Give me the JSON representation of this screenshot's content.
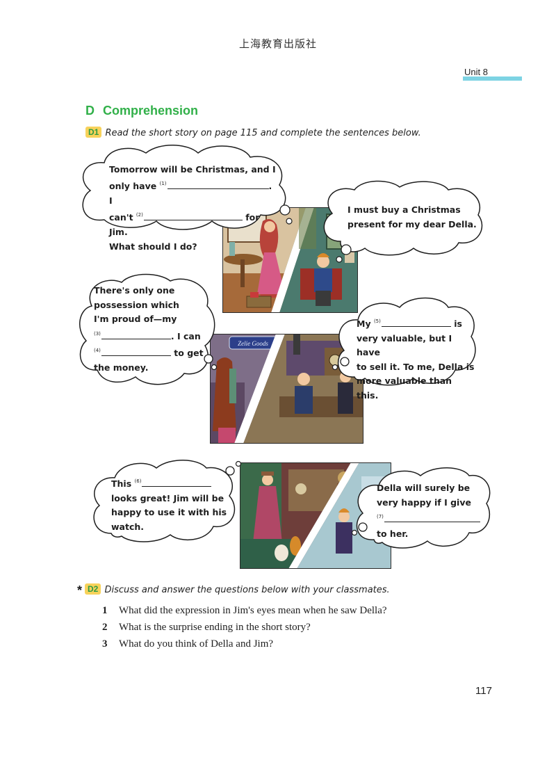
{
  "header": {
    "publisher": "上海教育出版社",
    "unit": "Unit 8"
  },
  "section": {
    "letter": "D",
    "title": "Comprehension"
  },
  "d1": {
    "badge": "D1",
    "instruction": "Read the short story on page 115 and complete the sentences below."
  },
  "bubbles": {
    "b1": {
      "line1": "Tomorrow will be Christmas, and I",
      "line2_pre": "only have",
      "n1": "(1)",
      "line2_post": ".",
      "line3_pre": "I",
      "line3_b": "can't",
      "n2": "(2)",
      "line3_post": "for Jim.",
      "line4": "What should I do?"
    },
    "b2": {
      "line1": "I must buy a Christmas",
      "line2": "present for my dear Della."
    },
    "b3": {
      "line1": "There's only one",
      "line2": "possession which",
      "line3": "I'm proud of—my",
      "n3": "(3)",
      "line4_post": ". I can",
      "n4": "(4)",
      "line5_post": "to get",
      "line6": "the money."
    },
    "b4": {
      "line1_pre": "My",
      "n5": "(5)",
      "line1_post": "is",
      "line2": "very valuable, but I have",
      "line3": "to sell it. To me, Della is",
      "line4": "more valuable than this."
    },
    "b5": {
      "line1_pre": "This",
      "n6": "(6)",
      "line2": "looks great! Jim will be",
      "line3": "happy to use it with his",
      "line4": "watch."
    },
    "b6": {
      "line1": "Della will surely be",
      "line2": "very happy if I give",
      "n7": "(7)",
      "line4": "to her."
    }
  },
  "d2": {
    "star": "*",
    "badge": "D2",
    "instruction": "Discuss and answer the questions below with your classmates.",
    "questions": [
      {
        "num": "1",
        "text": "What did the expression in Jim's eyes mean when he saw Della?"
      },
      {
        "num": "2",
        "text": "What is the surprise ending in the short story?"
      },
      {
        "num": "3",
        "text": "What do you think of Della and Jim?"
      }
    ]
  },
  "panels": {
    "shop_sign": "Zelie Goods"
  },
  "footer": {
    "page_number": "117"
  },
  "colors": {
    "accent_green": "#31b049",
    "badge_yellow": "#f7d25b",
    "unit_bar": "#7dd3e3"
  }
}
